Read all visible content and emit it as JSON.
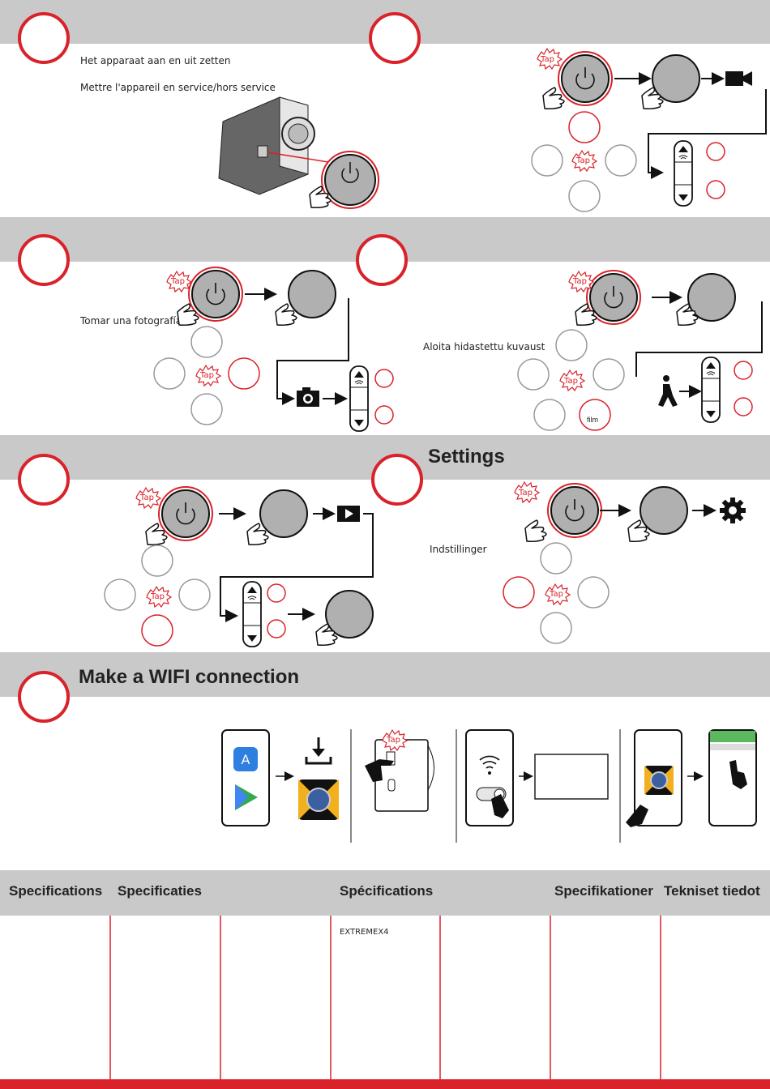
{
  "sections": {
    "power": {
      "line1": "Het apparaat aan en uit zetten",
      "line2": "Mettre l'appareil en service/hors service"
    },
    "photo": {
      "label": "Tomar una fotografía"
    },
    "slowmo": {
      "label": "Aloita hidastettu kuvaust",
      "film_label": "film"
    },
    "settings": {
      "title": "Settings",
      "label": "Indstillinger"
    },
    "wifi": {
      "title": "Make a WIFI connection"
    }
  },
  "tap_label": "Tap",
  "specifications": {
    "headers": [
      "Specifications",
      "Specificaties",
      "Spécifications",
      "Specifikationer",
      "Tekniset tiedot"
    ],
    "model": "EXTREMEX4"
  },
  "colors": {
    "accent": "#d9222a",
    "band": "#c9c9c9",
    "button": "#b0b0b0",
    "dark": "#111111"
  },
  "icons": [
    "power-icon",
    "hand-press-icon",
    "video-camera-icon",
    "photo-camera-icon",
    "play-icon",
    "gear-icon",
    "walking-person-icon",
    "wifi-icon",
    "download-icon",
    "app-store-icon",
    "google-play-icon",
    "camera-app-icon",
    "arrow-right-icon"
  ]
}
